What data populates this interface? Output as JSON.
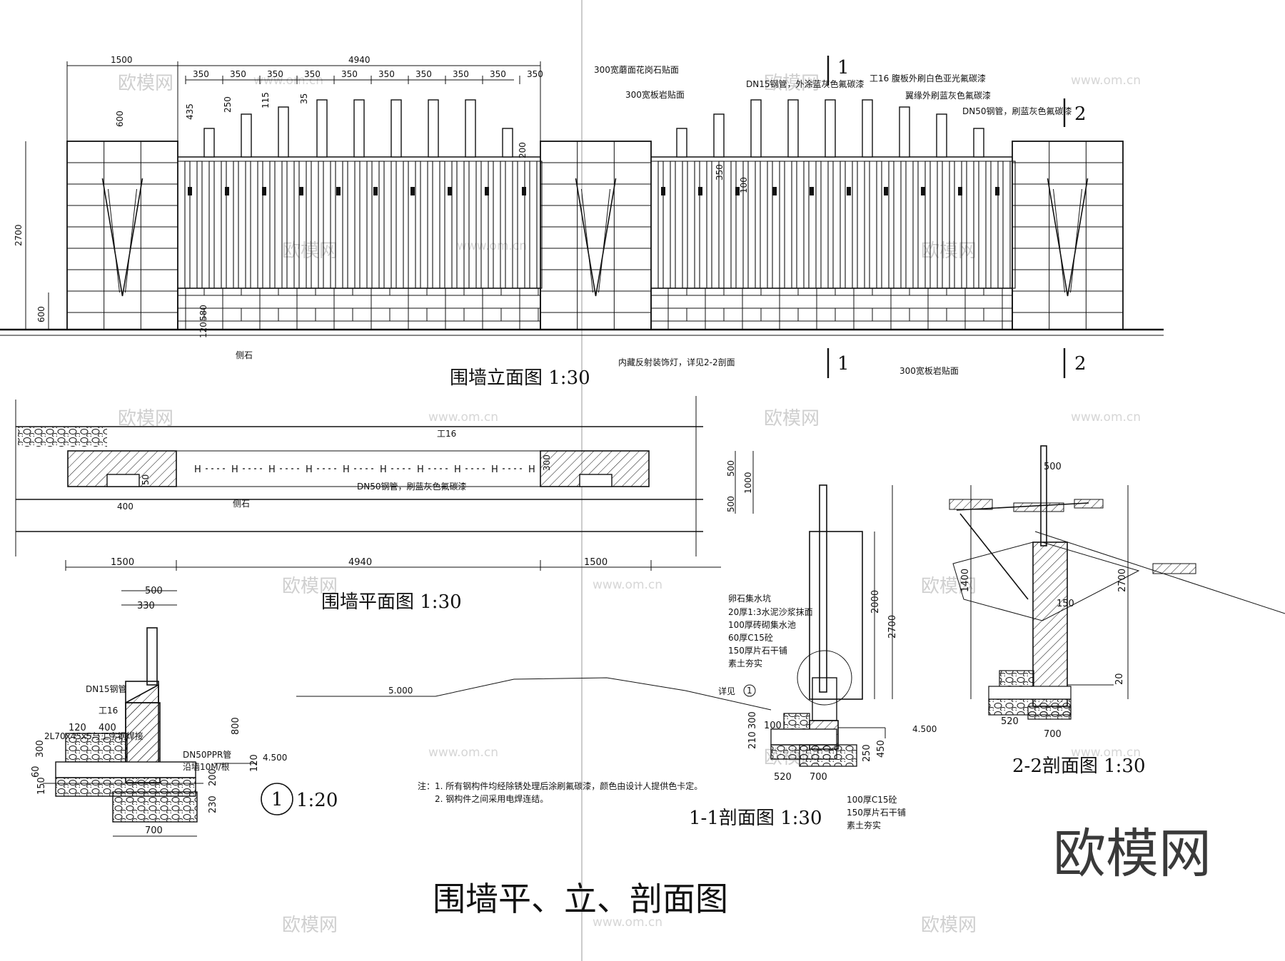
{
  "sheet": {
    "main_title": "围墙平、立、剖面图",
    "logo": "欧模网",
    "watermark_cn": "欧模网",
    "watermark_url": "www.om.cn"
  },
  "elevation": {
    "title": "围墙立面图  1:30",
    "dims_top": [
      "1500",
      "4940"
    ],
    "post_spacing": [
      "350",
      "350",
      "350",
      "350",
      "350",
      "350",
      "350",
      "350",
      "350",
      "350"
    ],
    "dims_left": [
      "2700",
      "600",
      "600"
    ],
    "dims_small": [
      "435",
      "250",
      "115",
      "35",
      "200",
      "580",
      "120",
      "350",
      "100"
    ],
    "labels": {
      "granite_cap": "300宽蘑面花岗石贴面",
      "slate_face": "300宽板岩贴面",
      "dn15": "DN15钢管，外涂蓝灰色氟碳漆",
      "i16": "工16",
      "i16_note": "腹板外刷白色亚光氟碳漆",
      "flange_note": "翼缘外刷蓝灰色氟碳漆",
      "dn50": "DN50钢管，刷蓝灰色氟碳漆",
      "curb": "侧石",
      "lamp": "内藏反射装饰灯，详见2-2剖面",
      "slate_bottom": "300宽板岩贴面"
    },
    "section_marks": [
      "1",
      "2",
      "1",
      "2"
    ]
  },
  "plan": {
    "title": "围墙平面图  1:30",
    "dims_bottom": [
      "1500",
      "4940",
      "1500"
    ],
    "dims_right": [
      "500",
      "1000",
      "500"
    ],
    "labels": {
      "i16": "工16",
      "dn50": "DN50钢管，刷蓝灰色氟碳漆",
      "curb": "侧石",
      "w400": "400",
      "w50": "50",
      "w300": "300"
    }
  },
  "detail1": {
    "mark": "1",
    "scale": "1:20",
    "dims_top": [
      "500",
      "330"
    ],
    "labels": {
      "dn15": "DN15钢管",
      "i16": "工16",
      "angle": "2L70x45x5与工字钢焊接",
      "dn50ppr": "DN50PPR管",
      "along": "沿墙10M/根",
      "level": "4.500"
    },
    "dims": [
      "120",
      "400",
      "800",
      "300",
      "60",
      "150",
      "200",
      "230",
      "120",
      "700"
    ]
  },
  "section11": {
    "title": "1-1剖面图  1:30",
    "level_left": "5.000",
    "level_right": "4.500",
    "layers_top": [
      "卵石集水坑",
      "20厚1:3水泥沙浆抹面",
      "100厚砖砌集水池",
      "60厚C15砼",
      "150厚片石干铺",
      "素土夯实"
    ],
    "see_detail": "详见",
    "detail_ref": "1",
    "layers_bottom": [
      "100厚C15砼",
      "150厚片石干铺",
      "素土夯实"
    ],
    "dims": [
      "2000",
      "2700",
      "300",
      "210",
      "100",
      "250",
      "450",
      "520",
      "700"
    ]
  },
  "section22": {
    "title": "2-2剖面图  1:30",
    "dims": [
      "500",
      "1400",
      "2700",
      "150",
      "20",
      "520",
      "700"
    ]
  },
  "notes": {
    "line1": "注：1. 所有钢构件均经除锈处理后涂刷氟碳漆，颜色由设计人提供色卡定。",
    "line2": "2. 钢构件之间采用电焊连结。"
  }
}
